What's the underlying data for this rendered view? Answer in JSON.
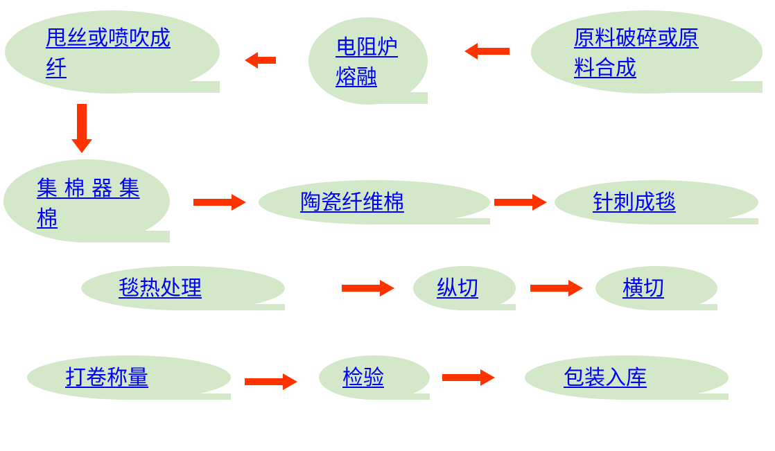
{
  "colors": {
    "bubble_fill": "#d2e8c8",
    "arrow": "#ff3300",
    "link_text": "#0000ff"
  },
  "flow": {
    "n1": "原料破碎或原料合成",
    "n2": "电阻炉熔融",
    "n3": "甩丝或喷吹成纤",
    "n4": "集 棉 器 集棉",
    "n5": "陶瓷纤维棉",
    "n6": "针刺成毯",
    "n7": "毯热处理",
    "n8": "纵切",
    "n9": "横切",
    "n10": "打卷称量",
    "n11": "检验",
    "n12": "包装入库"
  }
}
